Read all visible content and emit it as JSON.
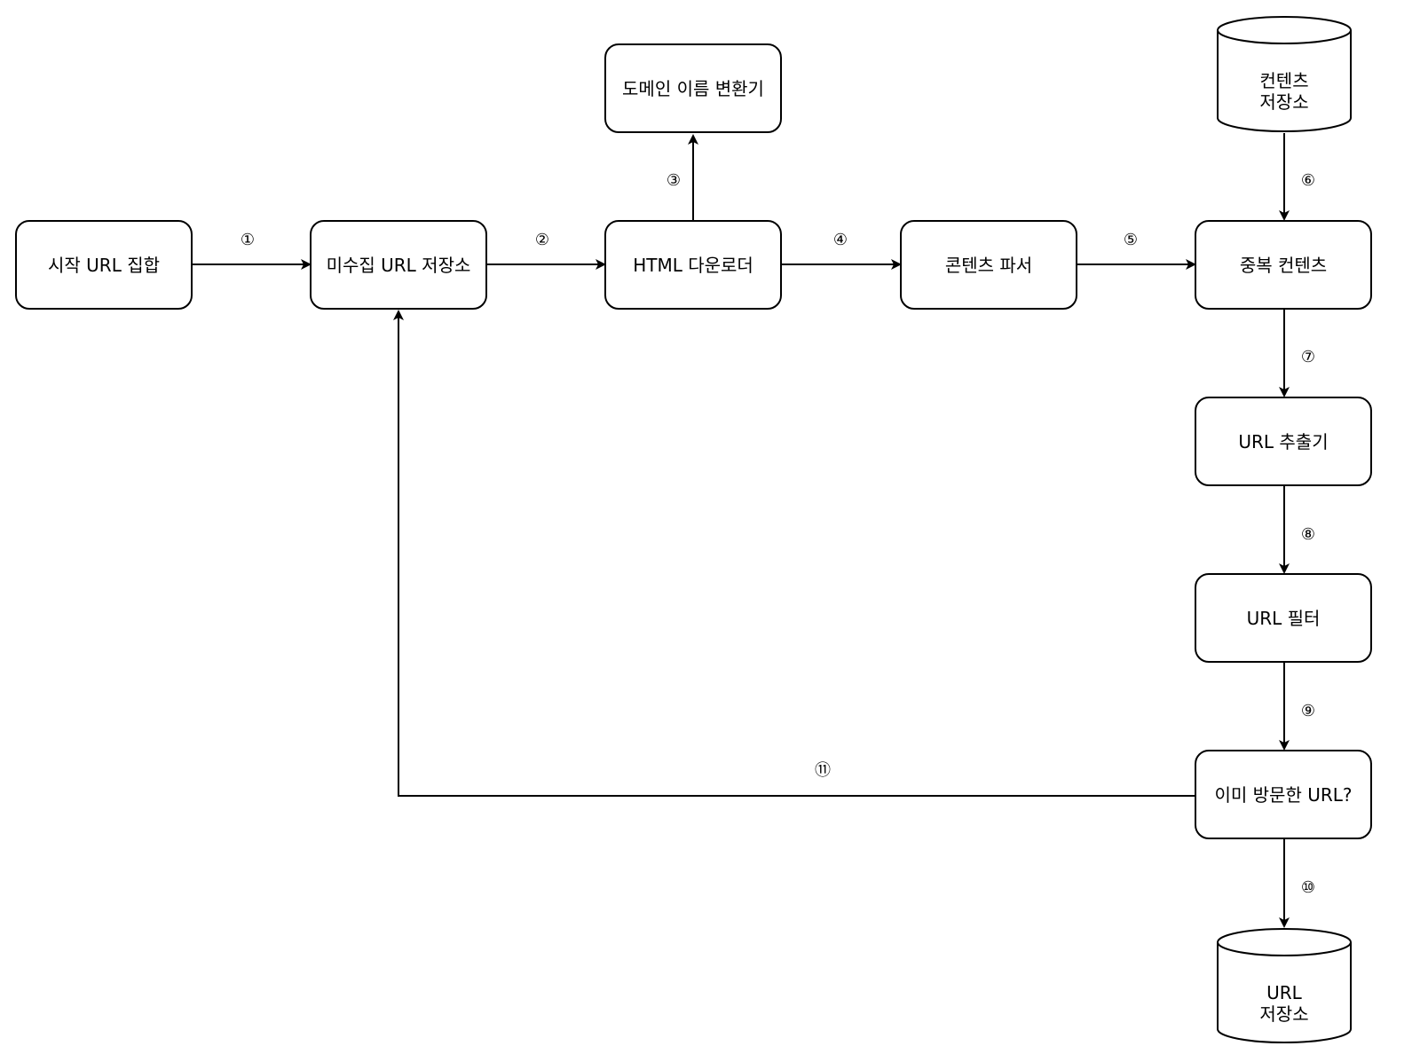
{
  "nodes": {
    "seed_urls": "시작 URL 집합",
    "frontier": "미수집 URL 저장소",
    "dns_resolver": "도메인 이름 변환기",
    "html_downloader": "HTML 다운로더",
    "content_parser": "콘텐츠 파서",
    "content_storage": "컨텐츠\n저장소",
    "dedup_content": "중복 컨텐츠",
    "url_extractor": "URL 추출기",
    "url_filter": "URL 필터",
    "visited_check": "이미 방문한 URL?",
    "url_storage": "URL\n저장소"
  },
  "steps": {
    "s1": "①",
    "s2": "②",
    "s3": "③",
    "s4": "④",
    "s5": "⑤",
    "s6": "⑥",
    "s7": "⑦",
    "s8": "⑧",
    "s9": "⑨",
    "s10": "⑩",
    "s11": "⑪"
  },
  "colors": {
    "stroke": "#000000",
    "fill": "#ffffff"
  }
}
